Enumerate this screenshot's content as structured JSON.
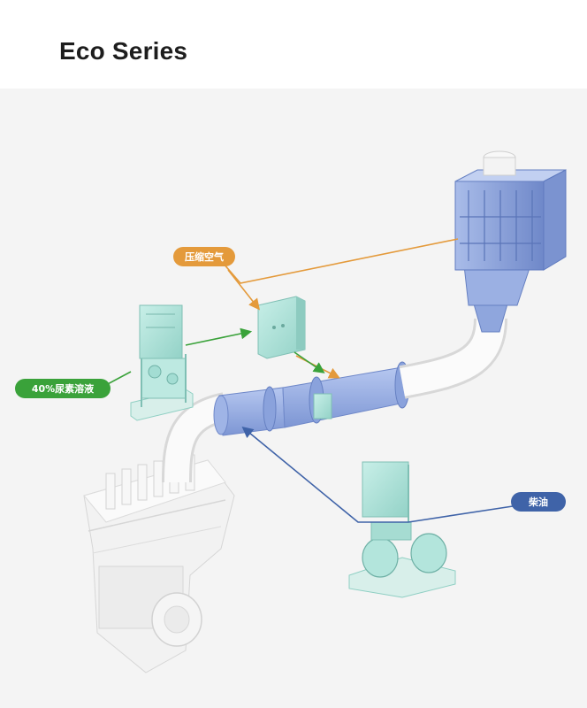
{
  "header": {
    "title": "Eco Series"
  },
  "labels": {
    "compressed_air": "压缩空气",
    "urea_solution": "40%尿素溶液",
    "diesel": "柴油"
  },
  "colors": {
    "compressed_air": "#e49a3b",
    "urea_solution": "#3aa23a",
    "diesel": "#3f63a8",
    "pipe_blue": "#8fa8e0",
    "equipment_teal": "#aee3da",
    "engine": "#f0f0f0"
  }
}
